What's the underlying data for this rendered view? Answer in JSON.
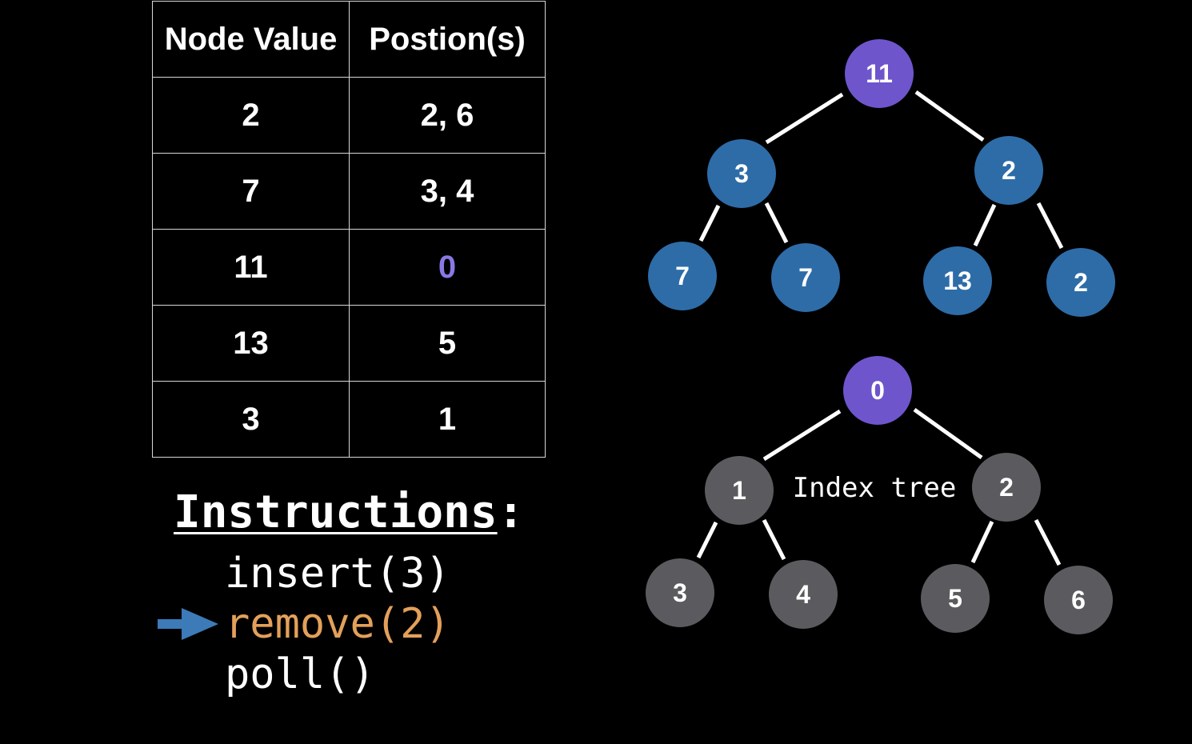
{
  "table": {
    "headers": [
      "Node Value",
      "Postion(s)"
    ],
    "rows": [
      {
        "value": "2",
        "positions": "2, 6"
      },
      {
        "value": "7",
        "positions": "3, 4"
      },
      {
        "value": "11",
        "positions": "0"
      },
      {
        "value": "13",
        "positions": "5"
      },
      {
        "value": "3",
        "positions": "1"
      }
    ],
    "highlight_row": 2,
    "highlight_color": "#8b78e6"
  },
  "instructions": {
    "title": "Instructions",
    "title_suffix": ":",
    "items": [
      "insert(3)",
      "remove(2)",
      "poll()"
    ],
    "active_index": 1,
    "active_color": "#e3a05a",
    "arrow_color": "#3d7ab8",
    "arrow_icon": "arrow-right-icon"
  },
  "value_tree": {
    "nodes": [
      "11",
      "3",
      "2",
      "7",
      "7",
      "13",
      "2"
    ],
    "root_color": "#6e55cc",
    "node_color": "#2e6ca8"
  },
  "index_tree": {
    "label": "Index tree",
    "nodes": [
      "0",
      "1",
      "2",
      "3",
      "4",
      "5",
      "6"
    ],
    "root_color": "#6e55cc",
    "node_color": "#5b5b5f"
  }
}
